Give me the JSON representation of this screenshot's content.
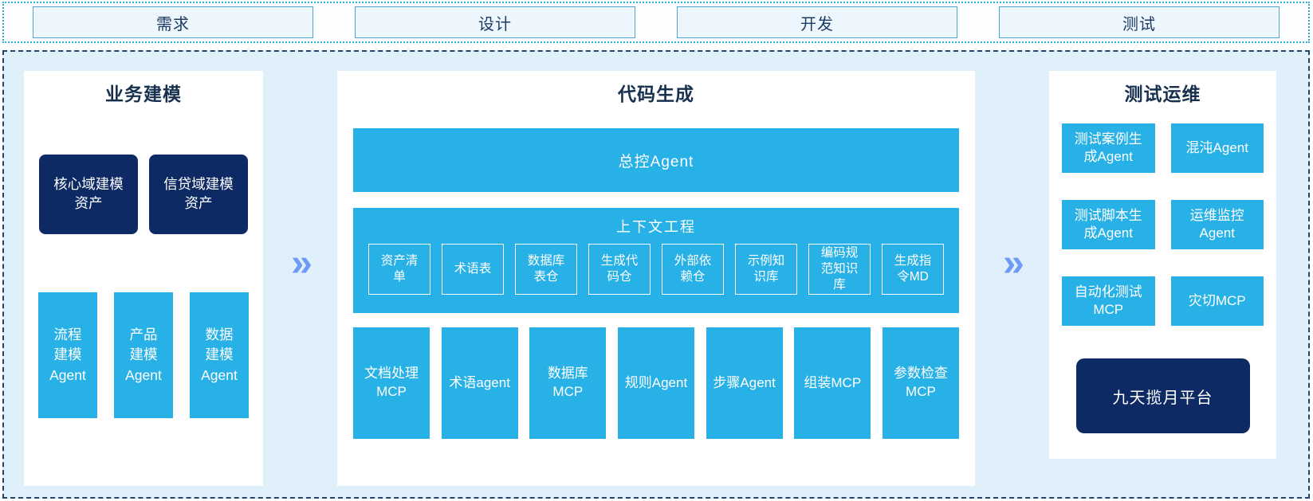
{
  "phases": [
    "需求",
    "设计",
    "开发",
    "测试"
  ],
  "arrows": {
    "glyph": "»"
  },
  "sections": {
    "business_modeling": {
      "title": "业务建模",
      "asset_boxes": [
        "核心域建模\n资产",
        "信贷域建模\n资产"
      ],
      "agent_boxes": [
        "流程\n建模\nAgent",
        "产品\n建模\nAgent",
        "数据\n建模\nAgent"
      ]
    },
    "code_generation": {
      "title": "代码生成",
      "master_agent": "总控Agent",
      "context_engineering": {
        "title": "上下文工程",
        "items": [
          "资产清\n单",
          "术语表",
          "数据库\n表仓",
          "生成代\n码仓",
          "外部依\n赖仓",
          "示例知\n识库",
          "编码规\n范知识\n库",
          "生成指\n令MD"
        ]
      },
      "tools": [
        "文档处理\nMCP",
        "术语agent",
        "数据库\nMCP",
        "规则Agent",
        "步骤Agent",
        "组装MCP",
        "参数检查\nMCP"
      ]
    },
    "test_ops": {
      "title": "测试运维",
      "grid": [
        "测试案例生\n成Agent",
        "混沌Agent",
        "测试脚本生\n成Agent",
        "运维监控\nAgent",
        "自动化测试\nMCP",
        "灾切MCP"
      ],
      "platform": "九天揽月平台"
    }
  },
  "colors": {
    "cyan": "#27b1e6",
    "navy": "#0d2a64",
    "arrow_blue": "#6d9bf6",
    "canvas_bg": "#e0f0fa",
    "panel_bg": "#ffffff",
    "phase_fill": "#edf6fc",
    "phase_border": "#4ea6cd",
    "strip_border": "#2fb0d8",
    "main_border": "#24456b",
    "title_text": "#17304e"
  }
}
